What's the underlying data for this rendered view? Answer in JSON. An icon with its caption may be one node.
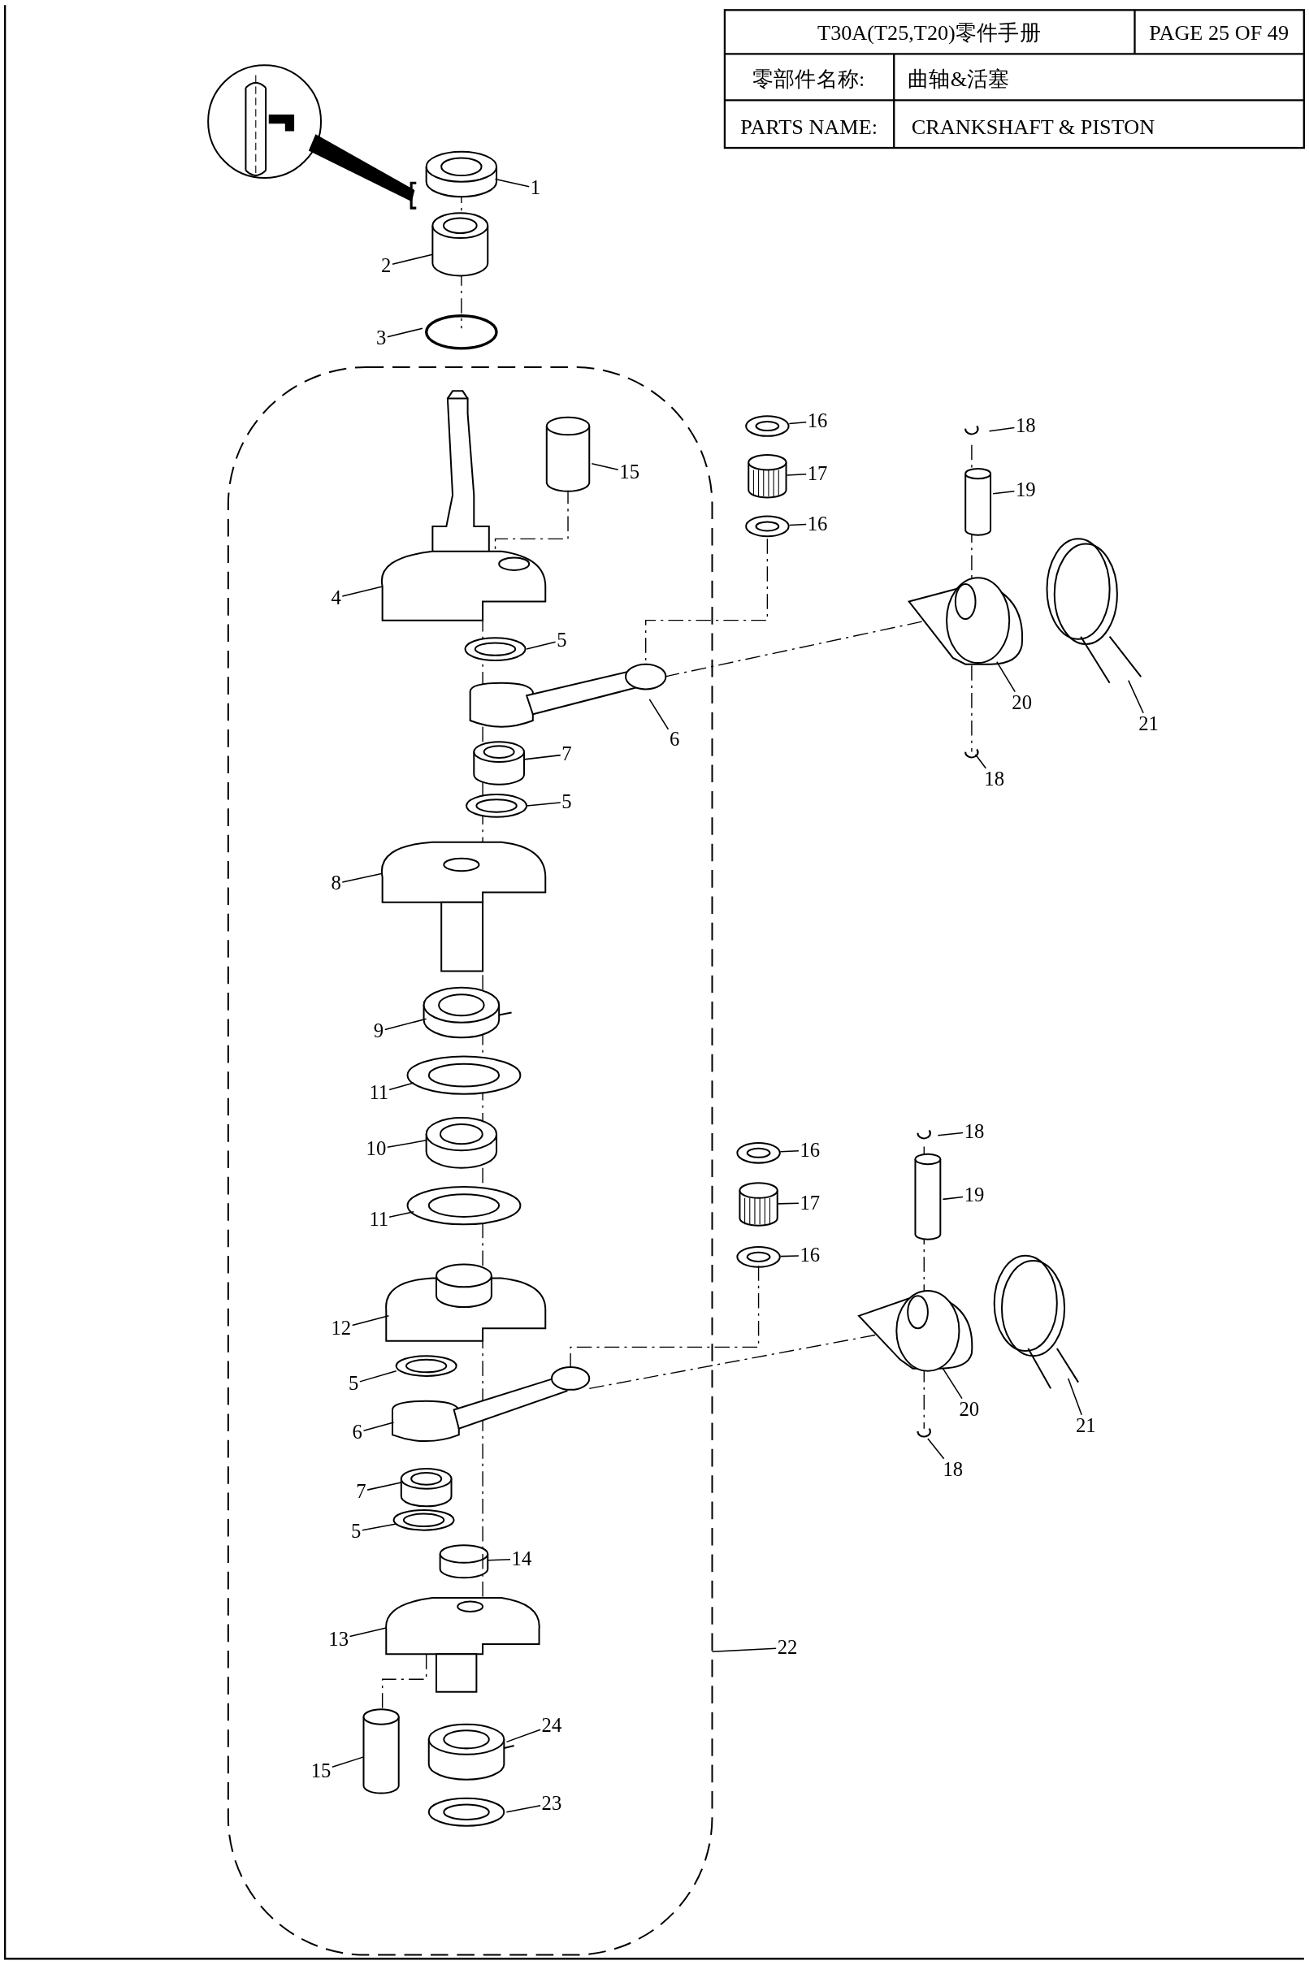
{
  "diagram": {
    "nodes": [
      {
        "text": [
          "1"
        ]
      },
      {
        "text": [
          "2"
        ]
      },
      {
        "text": [
          "3"
        ]
      },
      {
        "text": [
          "16"
        ]
      },
      {
        "text": [
          "18"
        ]
      },
      {
        "text": [
          "15"
        ]
      },
      {
        "text": [
          "17"
        ]
      },
      {
        "text": [
          "19"
        ]
      },
      {
        "text": [
          "16"
        ]
      },
      {
        "text": [
          "4"
        ]
      },
      {
        "text": [
          "5"
        ]
      },
      {
        "text": [
          "20"
        ]
      },
      {
        "text": [
          "21"
        ]
      },
      {
        "text": [
          "6"
        ]
      },
      {
        "text": [
          "7"
        ]
      },
      {
        "text": [
          "18"
        ]
      },
      {
        "text": [
          "5"
        ]
      },
      {
        "text": [
          "8"
        ]
      },
      {
        "text": [
          "9"
        ]
      },
      {
        "text": [
          "11"
        ]
      },
      {
        "text": [
          "18"
        ]
      },
      {
        "text": [
          "10"
        ]
      },
      {
        "text": [
          "16"
        ]
      },
      {
        "text": [
          "19"
        ]
      },
      {
        "text": [
          "17"
        ]
      },
      {
        "text": [
          "11"
        ]
      },
      {
        "text": [
          "16"
        ]
      },
      {
        "text": [
          "12"
        ]
      },
      {
        "text": [
          "5"
        ]
      },
      {
        "text": [
          "20"
        ]
      },
      {
        "text": [
          "21"
        ]
      },
      {
        "text": [
          "6"
        ]
      },
      {
        "text": [
          "18"
        ]
      },
      {
        "text": [
          "7"
        ]
      },
      {
        "text": [
          "5"
        ]
      },
      {
        "text": [
          "14"
        ]
      },
      {
        "text": [
          "13"
        ]
      },
      {
        "text": [
          "22"
        ]
      },
      {
        "text": [
          "24"
        ]
      },
      {
        "text": [
          "15"
        ]
      },
      {
        "text": [
          "23"
        ]
      },
      {
        "text": [],
        "shape": "picture"
      },
      {
        "text": [],
        "shape": "picture"
      },
      {
        "text": [],
        "shape": "picture"
      },
      {
        "text": [],
        "shape": "picture"
      },
      {
        "text": [],
        "shape": "picture"
      },
      {
        "text": [],
        "shape": "picture"
      },
      {
        "text": [],
        "shape": "cylinder"
      }
    ],
    "edges": [
      {
        "from": 0,
        "to": null,
        "arrow": "none"
      },
      {
        "from": 1,
        "to": null,
        "arrow": "none"
      },
      {
        "from": 2,
        "to": null,
        "arrow": "none"
      },
      {
        "from": 3,
        "to": 41,
        "arrow": "none"
      },
      {
        "from": 4,
        "to": null,
        "arrow": "none"
      },
      {
        "from": 5,
        "to": null,
        "arrow": "none"
      },
      {
        "from": 6,
        "to": 42,
        "arrow": "none"
      },
      {
        "from": 7,
        "to": null,
        "arrow": "none"
      },
      {
        "from": 8,
        "to": 43,
        "arrow": "none"
      },
      {
        "from": 9,
        "to": null,
        "arrow": "none"
      },
      {
        "from": 10,
        "to": null,
        "arrow": "none"
      },
      {
        "from": 11,
        "to": null,
        "arrow": "none"
      },
      {
        "from": 12,
        "to": null,
        "arrow": "none"
      },
      {
        "from": 13,
        "to": null,
        "arrow": "none"
      },
      {
        "from": 14,
        "to": null,
        "arrow": "none"
      },
      {
        "from": 15,
        "to": null,
        "arrow": "none"
      },
      {
        "from": 16,
        "to": null,
        "arrow": "none"
      },
      {
        "from": 17,
        "to": null,
        "arrow": "none"
      },
      {
        "from": 18,
        "to": null,
        "arrow": "none"
      },
      {
        "from": 19,
        "to": null,
        "arrow": "none"
      },
      {
        "from": 20,
        "to": null,
        "arrow": "none"
      },
      {
        "from": 21,
        "to": null,
        "arrow": "none"
      },
      {
        "from": 22,
        "to": 44,
        "arrow": "none"
      },
      {
        "from": 23,
        "to": null,
        "arrow": "none"
      },
      {
        "from": 24,
        "to": 45,
        "arrow": "none"
      },
      {
        "from": 25,
        "to": null,
        "arrow": "none"
      },
      {
        "from": 26,
        "to": 46,
        "arrow": "none"
      },
      {
        "from": 27,
        "to": null,
        "arrow": "none"
      },
      {
        "from": 28,
        "to": null,
        "arrow": "none"
      },
      {
        "from": 29,
        "to": null,
        "arrow": "none"
      },
      {
        "from": 30,
        "to": null,
        "arrow": "none"
      },
      {
        "from": 31,
        "to": null,
        "arrow": "none"
      },
      {
        "from": 32,
        "to": null,
        "arrow": "none"
      },
      {
        "from": 33,
        "to": null,
        "arrow": "none"
      },
      {
        "from": 34,
        "to": null,
        "arrow": "none"
      },
      {
        "from": 35,
        "to": 47,
        "arrow": "none"
      },
      {
        "from": 36,
        "to": null,
        "arrow": "none"
      },
      {
        "from": 37,
        "to": null,
        "arrow": "none"
      },
      {
        "from": 38,
        "to": null,
        "arrow": "none"
      },
      {
        "from": 39,
        "to": null,
        "arrow": "none"
      },
      {
        "from": 40,
        "to": null,
        "arrow": "none"
      }
    ],
    "labels": [
      "T30A(T25,T20)零件手册",
      "PAGE 25 OF 49",
      "零部件名称:",
      "曲轴&活塞",
      "PARTS NAME:",
      "CRANKSHAFT & PISTON"
    ]
  }
}
